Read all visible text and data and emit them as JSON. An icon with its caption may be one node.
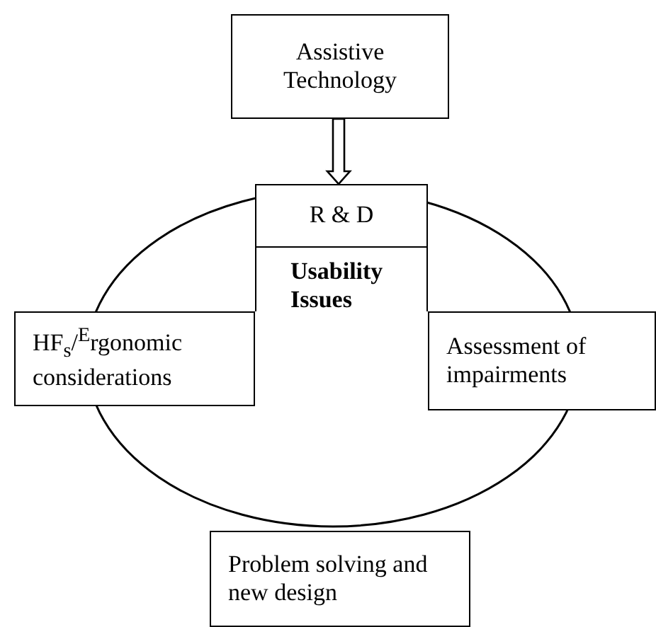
{
  "diagram": {
    "nodes": [
      {
        "text": [
          "Assistive Technology"
        ]
      },
      {
        "text": [],
        "shape": "circle"
      },
      {
        "text": [
          "R & D"
        ]
      },
      {
        "text": [
          "Usability Issues"
        ],
        "in": 1
      },
      {
        "text": [
          "HF$_{s}$/$^{E}$rgonomic considerations"
        ]
      },
      {
        "text": [
          "Assessment of impairments"
        ]
      },
      {
        "text": [
          "Problem solving and new design"
        ]
      }
    ],
    "edges": [
      {
        "from": 0,
        "to": 2,
        "arrow": "to",
        "style": "thick"
      }
    ]
  }
}
